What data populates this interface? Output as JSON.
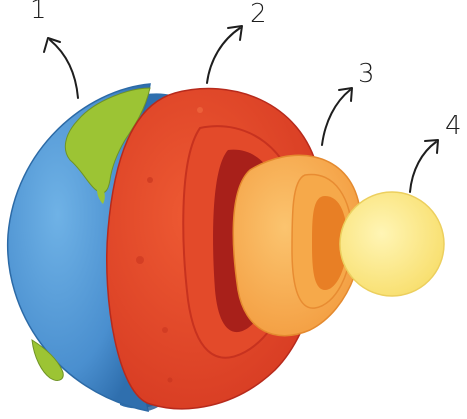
{
  "labels": {
    "one": "1",
    "two": "2",
    "three": "3",
    "four": "4"
  },
  "layers": [
    {
      "label": "1",
      "color": "#4f96d3",
      "icon": "earth-crust-with-continents"
    },
    {
      "label": "2",
      "color": "#e8462b",
      "icon": "mantle-shell"
    },
    {
      "label": "3",
      "color": "#f8b25a",
      "icon": "outer-core-shell"
    },
    {
      "label": "4",
      "color": "#fbe887",
      "icon": "inner-core-sphere"
    }
  ],
  "colors": {
    "ocean": "#4f96d3",
    "land": "#9cc434",
    "mantle": "#e8462b",
    "mantle_dark": "#b8261c",
    "outer_core": "#f8b25a",
    "inner_core": "#fbe887",
    "ink": "#1e1e1e"
  }
}
